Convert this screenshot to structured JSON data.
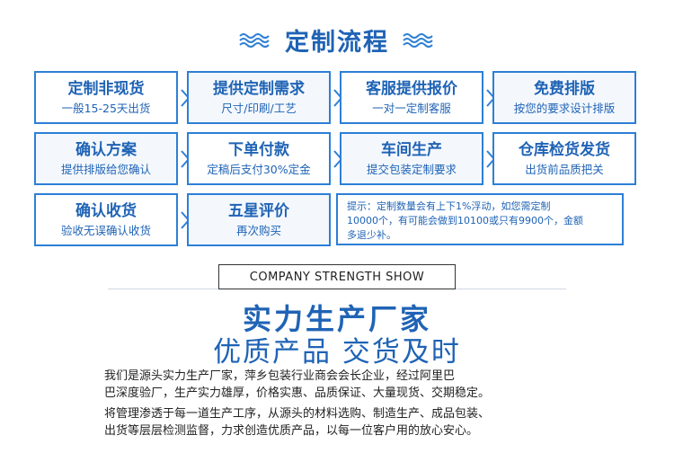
{
  "header": {
    "title": "定制流程"
  },
  "steps": [
    {
      "title": "定制非现货",
      "sub": "一般15-25天出货"
    },
    {
      "title": "提供定制需求",
      "sub": "尺寸/印刷/工艺"
    },
    {
      "title": "客服提供报价",
      "sub": "一对一定制客服"
    },
    {
      "title": "免费排版",
      "sub": "按您的要求设计排版"
    },
    {
      "title": "确认方案",
      "sub": "提供排版给您确认"
    },
    {
      "title": "下单付款",
      "sub": "定稿后支付30%定金"
    },
    {
      "title": "车间生产",
      "sub": "提交包装定制要求"
    },
    {
      "title": "仓库检货发货",
      "sub": "出货前品质把关"
    },
    {
      "title": "确认收货",
      "sub": "验收无误确认收货"
    },
    {
      "title": "五星评价",
      "sub": "再次购买"
    }
  ],
  "note": {
    "line1": "提示：定制数量会有上下1%浮动，如您需定制",
    "line2": "10000个，有可能会做到10100或只有9900个，金额",
    "line3": "多退少补。"
  },
  "strength": {
    "label": "COMPANY STRENGTH SHOW",
    "headline": "实力生产厂家",
    "subheadline": "优质产品 交货及时",
    "para1_line1": "我们是源头实力生产厂家，萍乡包装行业商会会长企业，经过阿里巴",
    "para1_line2": "巴深度验厂，生产实力雄厚，价格实惠、品质保证、大量现货、交期稳定。",
    "para2_line1": "将管理渗透于每一道生产工序，从源头的材料选购、制造生产、成品包装、",
    "para2_line2": "出货等层层检测监督，力求创造优质产品，以每一位客户用的放心安心。"
  },
  "colors": {
    "accent": "#1f63b5",
    "border": "#2d7fd6"
  },
  "icons": [
    "wave-icon",
    "arrow-right-icon"
  ]
}
